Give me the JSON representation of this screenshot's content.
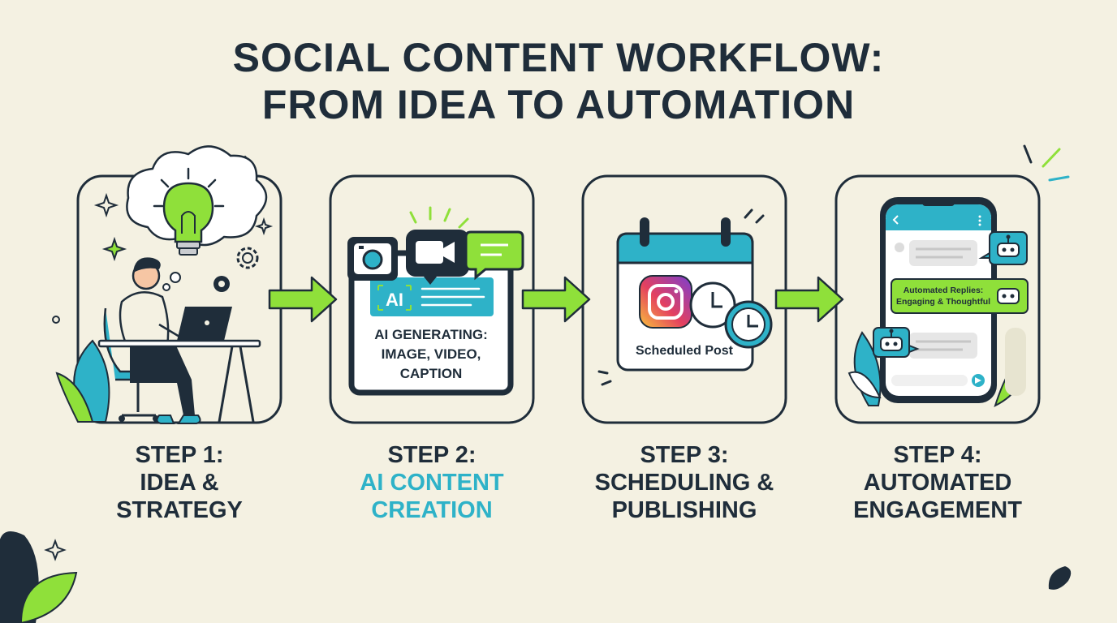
{
  "title": {
    "line1": "SOCIAL CONTENT WORKFLOW:",
    "line2": "FROM IDEA TO AUTOMATION"
  },
  "steps": [
    {
      "step": "STEP 1:",
      "line1": "IDEA &",
      "line2": "STRATEGY",
      "icon": "person-laptop-lightbulb-icon"
    },
    {
      "step": "STEP 2:",
      "line1": "AI CONTENT",
      "line2": "CREATION",
      "icon": "ai-media-window-icon",
      "accent": "#2eb2c8"
    },
    {
      "step": "STEP 3:",
      "line1": "SCHEDULING &",
      "line2": "PUBLISHING",
      "icon": "calendar-clock-icon"
    },
    {
      "step": "STEP 4:",
      "line1": "AUTOMATED",
      "line2": "ENGAGEMENT",
      "icon": "phone-chatbot-icon"
    }
  ],
  "step2_panel": {
    "badge": "AI",
    "line1": "AI GENERATING:",
    "line2": "IMAGE, VIDEO,",
    "line3": "CAPTION"
  },
  "step3_panel": {
    "caption": "Scheduled Post"
  },
  "step4_panel": {
    "reply_line1": "Automated Replies:",
    "reply_line2": "Engaging & Thoughtful"
  },
  "colors": {
    "background": "#f4f1e2",
    "ink": "#1f2d3a",
    "lime": "#8fe03a",
    "teal": "#2eb2c8",
    "card": "#ffffff"
  }
}
